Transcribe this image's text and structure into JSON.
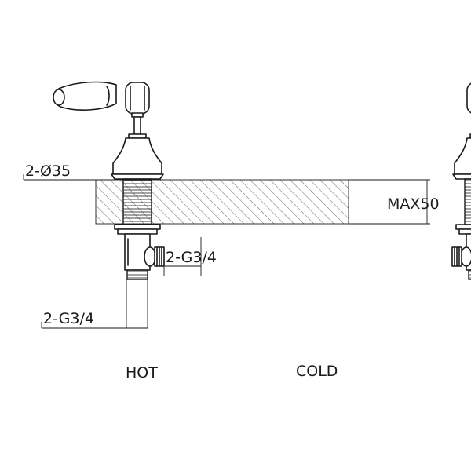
{
  "labels": {
    "flange_diameter": "2-Ø35",
    "max_thickness": "MAX50",
    "inlet_side": "2-G3/4",
    "inlet_bottom": "2-G3/4",
    "hot": "HOT",
    "cold": "COLD"
  }
}
